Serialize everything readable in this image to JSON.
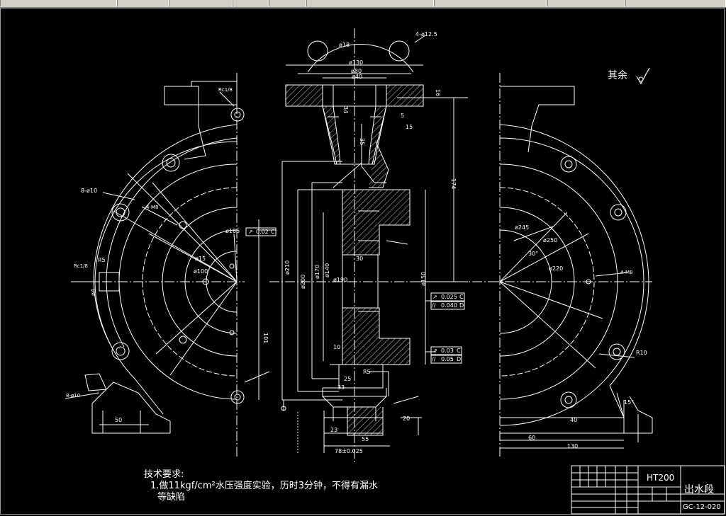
{
  "roughness_note": "其余",
  "notes": {
    "heading": "技术要求:",
    "line1": "1.做11kgf/cm²水压强度实验，历时3分钟，不得有漏水",
    "line2": "等缺陷"
  },
  "title_block": {
    "material": "HT200",
    "part_name": "出水段",
    "drawing_no": "GC-12-020"
  },
  "tolerance_frames": [
    {
      "sym": "↗",
      "val": "0.02",
      "ref": "C"
    },
    {
      "sym": "↗",
      "val": "0.025",
      "ref": "C"
    },
    {
      "sym": "//",
      "val": "0.040",
      "ref": "D"
    },
    {
      "sym": "↗",
      "val": "0.03",
      "ref": "C"
    },
    {
      "sym": "//",
      "val": "0.05",
      "ref": "D"
    }
  ],
  "dimensions": {
    "d130": "ø130",
    "d80": "ø80",
    "d40": "ø40",
    "d12_5": "4-ø12.5",
    "d18": "ø18",
    "v34": "34",
    "v16": "16",
    "v15": "15",
    "v5": "5",
    "v35": "35",
    "v174": "174",
    "v101": "101",
    "d250": "ø250",
    "d220": "ø220",
    "d150": "ø150",
    "d210": "ø210",
    "d200": "ø200",
    "d170": "ø170",
    "d140": "ø140",
    "d100": "ø100",
    "h30": "30",
    "h10": "10",
    "h25": "25",
    "h33": "33",
    "h23": "23",
    "h55": "55",
    "h78": "78±0.025",
    "h60": "60",
    "h130": "130",
    "h20": "20",
    "h40": "40",
    "h50": "50",
    "hole_8": "8-ø10",
    "hole_8b": "8-ø10",
    "hole_4": "4-M8",
    "r10": "R10",
    "a30": "30°",
    "a15": "15°",
    "rc": "Rc1/8",
    "rc2": "Rc1/8",
    "r5": "R5",
    "r65": "R5",
    "d4": "ø4",
    "d15": "ø15",
    "d185": "ø185",
    "d245": "ø245",
    "d190": "ø190"
  },
  "icons": {
    "roughness": "roughness-check-symbol",
    "datum": "datum-circle-symbol"
  }
}
